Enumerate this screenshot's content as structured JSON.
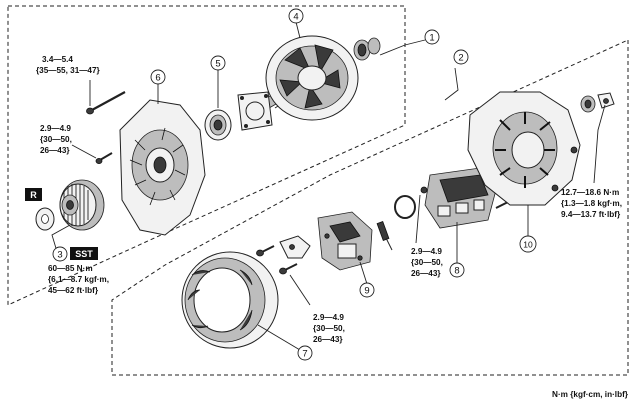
{
  "callouts": {
    "c1": "1",
    "c2": "2",
    "c3": "3",
    "c4": "4",
    "c5": "5",
    "c6": "6",
    "c7": "7",
    "c8": "8",
    "c9": "9",
    "c10": "10"
  },
  "tags": {
    "r": "R",
    "sst": "SST"
  },
  "torque": {
    "t1": [
      "3.4—5.4",
      "{35—55, 31—47}"
    ],
    "t2": [
      "2.9—4.9",
      "{30—50,",
      "26—43}"
    ],
    "t3": [
      "60—85 N·m",
      "{6.1—8.7 kgf·m,",
      "45—62 ft·lbf}"
    ],
    "t4": [
      "12.7—18.6 N·m",
      "{1.3—1.8 kgf·m,",
      "9.4—13.7 ft·lbf}"
    ],
    "t5": [
      "2.9—4.9",
      "{30—50,",
      "26—43}"
    ],
    "t6": [
      "2.9—4.9",
      "{30—50,",
      "26—43}"
    ]
  },
  "units": "N·m {kgf·cm, in·lbf}"
}
